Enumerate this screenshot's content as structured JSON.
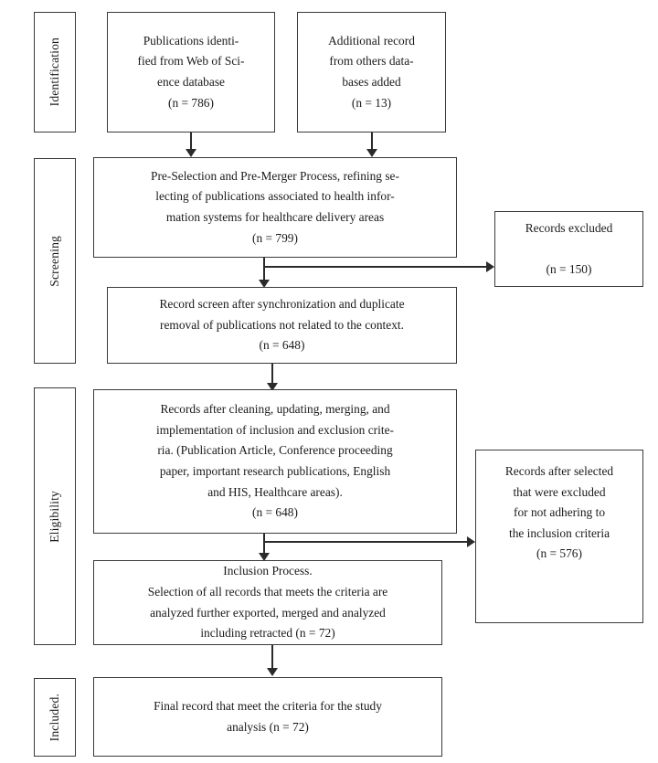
{
  "diagram": {
    "title": "PRISMA Flow Diagram",
    "type": "flowchart",
    "background_color": "#ffffff",
    "border_color": "#3a3a3a",
    "line_color": "#2b2b2b",
    "text_color": "#1a1a1a"
  },
  "stages": [
    {
      "id": "identification",
      "label": "Identification"
    },
    {
      "id": "screening",
      "label": "Screening"
    },
    {
      "id": "eligibility",
      "label": "Eligibility"
    },
    {
      "id": "included",
      "label": "Included."
    }
  ],
  "nodes": {
    "identified_wos": {
      "text": "Publications identi-\nfied from Web of Sci-\nence database\n(n = 786)",
      "count": 786
    },
    "additional_records": {
      "text": "Additional record\nfrom others data-\nbases added\n(n = 13)",
      "count": 13
    },
    "pre_selection": {
      "text": "Pre-Selection and Pre-Merger Process, refining se-\nlecting of publications associated to health infor-\nmation systems for healthcare delivery areas\n(n = 799)",
      "count": 799
    },
    "records_excluded": {
      "text": "Records excluded\n\n(n = 150)",
      "count": 150
    },
    "record_screen": {
      "text": "Record screen after synchronization and duplicate\nremoval of publications not related to the context.\n(n = 648)",
      "count": 648
    },
    "records_after_cleaning": {
      "text": "Records after cleaning, updating, merging, and\nimplementation of inclusion and exclusion crite-\nria.   (Publication Article, Conference proceeding\npaper, important research publications, English\nand HIS, Healthcare areas).\n(n = 648)",
      "count": 648
    },
    "records_after_selected_excluded": {
      "text": "Records after selected\nthat were excluded\nfor not adhering to\nthe inclusion criteria\n(n = 576)",
      "count": 576
    },
    "inclusion_process": {
      "text": "Inclusion Process.\nSelection of all records that meets the criteria are\nanalyzed further exported, merged and analyzed\nincluding retracted (n = 72)",
      "count": 72
    },
    "final_record": {
      "text": "Final record that meet the criteria for the study\nanalysis (n = 72)",
      "count": 72
    }
  },
  "connectors": [
    {
      "id": "identified-to-preselection",
      "kind": "arrow-down"
    },
    {
      "id": "additional-to-preselection",
      "kind": "arrow-down"
    },
    {
      "id": "preselection-to-recordscreen",
      "kind": "arrow-down"
    },
    {
      "id": "preselection-to-excluded",
      "kind": "arrow-right"
    },
    {
      "id": "recordscreen-to-cleaning",
      "kind": "arrow-down"
    },
    {
      "id": "cleaning-to-inclusion",
      "kind": "arrow-down"
    },
    {
      "id": "cleaning-to-selected-excluded",
      "kind": "arrow-right"
    },
    {
      "id": "inclusion-to-final",
      "kind": "arrow-down"
    }
  ]
}
